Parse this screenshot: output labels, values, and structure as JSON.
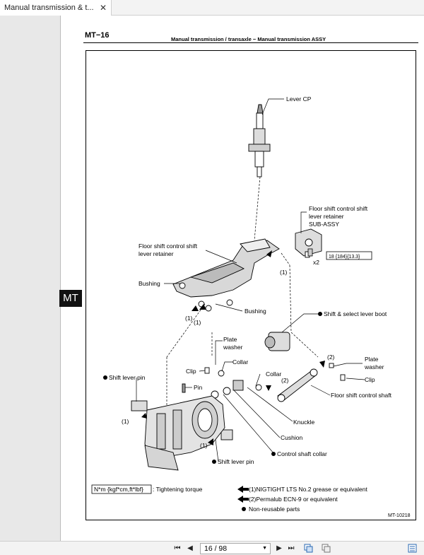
{
  "tab": {
    "title": "Manual transmission & t...",
    "close": "✕"
  },
  "page": {
    "number": "MT−16",
    "header": "Manual transmission / transaxle  −  Manual transmission ASSY",
    "side_tab": "MT",
    "figure_id": "MT-10218"
  },
  "labels": {
    "lever_cp": "Lever CP",
    "retainer_sub1": "Floor shift control shift",
    "retainer_sub2": "lever retainer",
    "retainer_sub3": "SUB-ASSY",
    "retainer1": "Floor shift control shift",
    "retainer2": "lever retainer",
    "torque": "18 {184}{13.3}",
    "x2": "x2",
    "bushing_left": "Bushing",
    "bushing_right": "Bushing",
    "boot": "Shift & select lever boot",
    "plate_washer_1a": "Plate",
    "plate_washer_1b": "washer",
    "plate_washer_2a": "Plate",
    "plate_washer_2b": "washer",
    "clip_left": "Clip",
    "collar_1": "Collar",
    "collar_2": "Collar",
    "clip_right": "Clip",
    "shift_lever_pin_1": "Shift lever pin",
    "pin": "Pin",
    "floor_shaft": "Floor shift control shaft",
    "knuckle": "Knuckle",
    "cushion": "Cushion",
    "control_collar": "Control shaft collar",
    "shift_lever_pin_2": "Shift lever pin",
    "mark1": "(1)",
    "mark2": "(2)"
  },
  "legend": {
    "torque_unit": "N*m {kgf*cm,ft*lbf}",
    "torque_text": ": Tightening torque",
    "g1": "(1)NIGTIGHT LTS No.2 grease or equivalent",
    "g2": "(2)Permalub ECN-9 or equivalent",
    "nr": "Non-reusable parts"
  },
  "toolbar": {
    "page_value": "16 / 98"
  }
}
